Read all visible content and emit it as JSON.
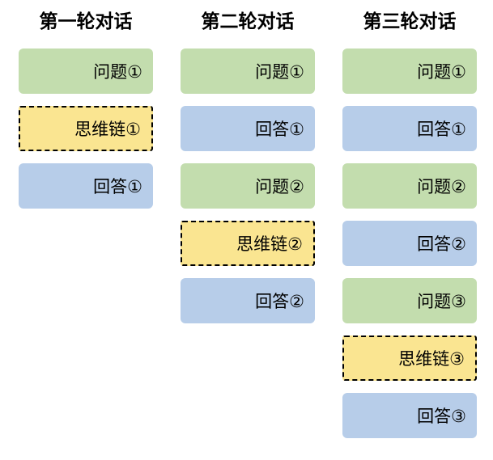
{
  "diagram": {
    "description": "multi-turn-dialogue-with-chain-of-thought-structure",
    "background": "#ffffff"
  },
  "colors": {
    "question_fill": "#c3ddae",
    "answer_fill": "#b7cde9",
    "cot_fill": "#fae591",
    "cot_border": "#000000",
    "text": "#000000"
  },
  "block_types": {
    "question": "问题 (question)",
    "cot": "思维链 (chain-of-thought)",
    "answer": "回答 (answer)"
  },
  "columns": [
    {
      "title": "第一轮对话",
      "blocks": [
        {
          "type": "question",
          "label": "问题①"
        },
        {
          "type": "cot",
          "label": "思维链①"
        },
        {
          "type": "answer",
          "label": "回答①"
        }
      ]
    },
    {
      "title": "第二轮对话",
      "blocks": [
        {
          "type": "question",
          "label": "问题①"
        },
        {
          "type": "answer",
          "label": "回答①"
        },
        {
          "type": "question",
          "label": "问题②"
        },
        {
          "type": "cot",
          "label": "思维链②"
        },
        {
          "type": "answer",
          "label": "回答②"
        }
      ]
    },
    {
      "title": "第三轮对话",
      "blocks": [
        {
          "type": "question",
          "label": "问题①"
        },
        {
          "type": "answer",
          "label": "回答①"
        },
        {
          "type": "question",
          "label": "问题②"
        },
        {
          "type": "answer",
          "label": "回答②"
        },
        {
          "type": "question",
          "label": "问题③"
        },
        {
          "type": "cot",
          "label": "思维链③"
        },
        {
          "type": "answer",
          "label": "回答③"
        }
      ]
    }
  ]
}
